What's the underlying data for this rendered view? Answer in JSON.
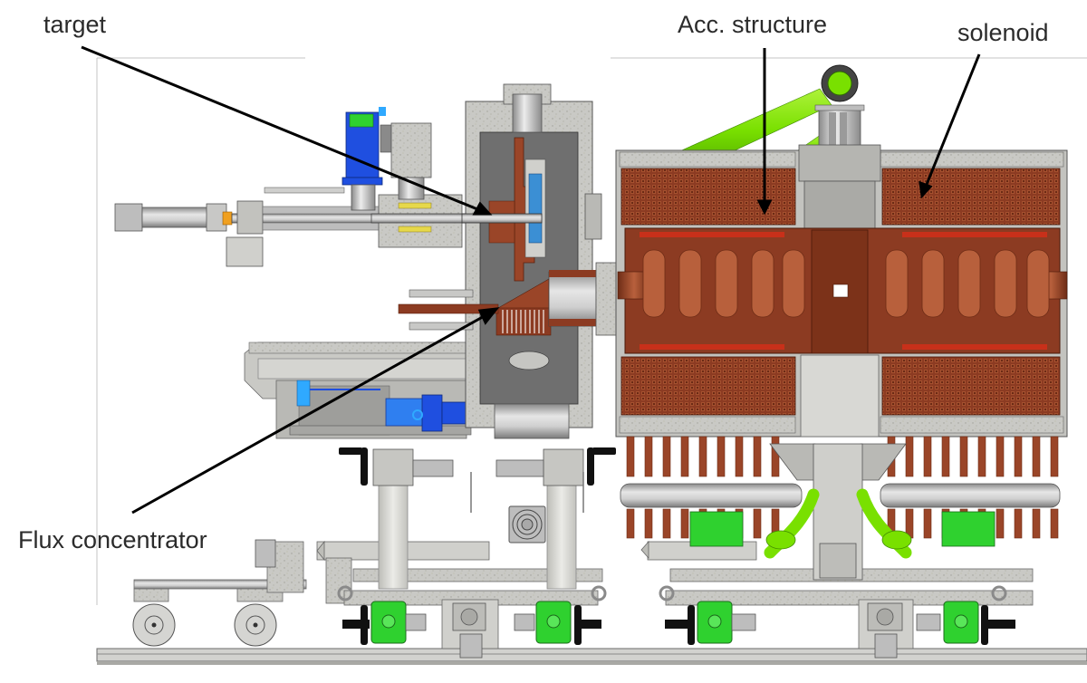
{
  "figure": {
    "description": "Cross-section CAD drawing of a positron source assembly on a rail-mounted support",
    "background": "#ffffff"
  },
  "labels": {
    "target": "target",
    "acc_structure": "Acc. structure",
    "solenoid": "solenoid",
    "flux_concentrator": "Flux concentrator"
  },
  "colors": {
    "steel": "#c8c8c6",
    "steel_dark": "#8e8e8c",
    "steel_shadow": "#5e5e5e",
    "chamber_interior": "#6f6f6f",
    "copper": "#9a4528",
    "copper_dark": "#6e2c16",
    "copper_light": "#b8603c",
    "cooling_pipe_green": "#79e000",
    "motor_green": "#2fd12f",
    "actuator_blue": "#1f4fe0",
    "actuator_blue_light": "#2fa9ff",
    "window_blue": "#3b8fd4",
    "handle_black": "#111111",
    "leader_line": "#000000",
    "frame_line": "#c4c4c4",
    "orange_part": "#f0a020",
    "yellow_part": "#e6d84a",
    "text": "#2b2b2b"
  },
  "components": [
    {
      "id": "target-drive",
      "name": "Target drive shaft assembly"
    },
    {
      "id": "target-chamber",
      "name": "Target vacuum chamber"
    },
    {
      "id": "flux-concentrator",
      "name": "Flux concentrator coil"
    },
    {
      "id": "acc-structure",
      "name": "Accelerating structure (RF cavities)"
    },
    {
      "id": "solenoid",
      "name": "Solenoid coils (4 quadrants)"
    },
    {
      "id": "waveguide",
      "name": "Green cooling/RF pipe"
    },
    {
      "id": "blue-actuator",
      "name": "Linear actuator"
    },
    {
      "id": "support-frame",
      "name": "Support frame"
    },
    {
      "id": "jack-columns",
      "name": "Jack columns with hand wheels"
    },
    {
      "id": "rail-trolley",
      "name": "Rail trolley with wheels"
    },
    {
      "id": "rail",
      "name": "Rail track"
    },
    {
      "id": "fan",
      "name": "Cooling fan"
    },
    {
      "id": "manifold",
      "name": "Water manifold headers"
    }
  ]
}
